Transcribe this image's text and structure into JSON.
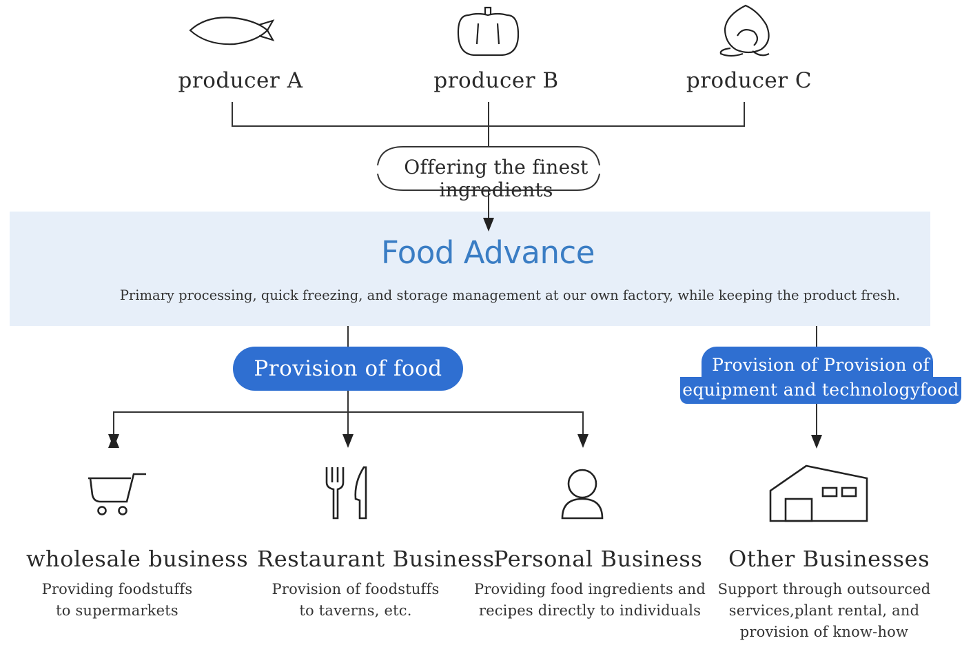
{
  "producers": [
    {
      "label": "producer A",
      "icon": "fish-icon"
    },
    {
      "label": "producer B",
      "icon": "pumpkin-icon"
    },
    {
      "label": "producer C",
      "icon": "peach-icon"
    }
  ],
  "offering": "Offering the finest ingredients",
  "company": {
    "name": "Food Advance",
    "description": "Primary processing, quick freezing, and storage management at our own factory, while keeping the product fresh."
  },
  "provision_food": "Provision of food",
  "provision_equipment": {
    "line1": "Provision of Provision of",
    "line2": "equipment and technologyfood"
  },
  "categories": [
    {
      "title": "wholesale business",
      "desc1": "Providing foodstuffs",
      "desc2": "to supermarkets",
      "desc3": "",
      "icon": "shopping-cart-icon"
    },
    {
      "title": "Restaurant Business",
      "desc1": "Provision of foodstuffs",
      "desc2": "to taverns, etc.",
      "desc3": "",
      "icon": "fork-knife-icon"
    },
    {
      "title": "Personal Business",
      "desc1": "Providing food ingredients and",
      "desc2": "recipes directly to individuals",
      "desc3": "",
      "icon": "person-icon"
    },
    {
      "title": "Other Businesses",
      "desc1": "Support through outsourced",
      "desc2": "services,plant rental, and",
      "desc3": "provision of know-how",
      "icon": "factory-icon"
    }
  ],
  "colors": {
    "accent": "#2f6fd1",
    "band": "#e7eff9",
    "brand_text": "#3a7dc4"
  }
}
